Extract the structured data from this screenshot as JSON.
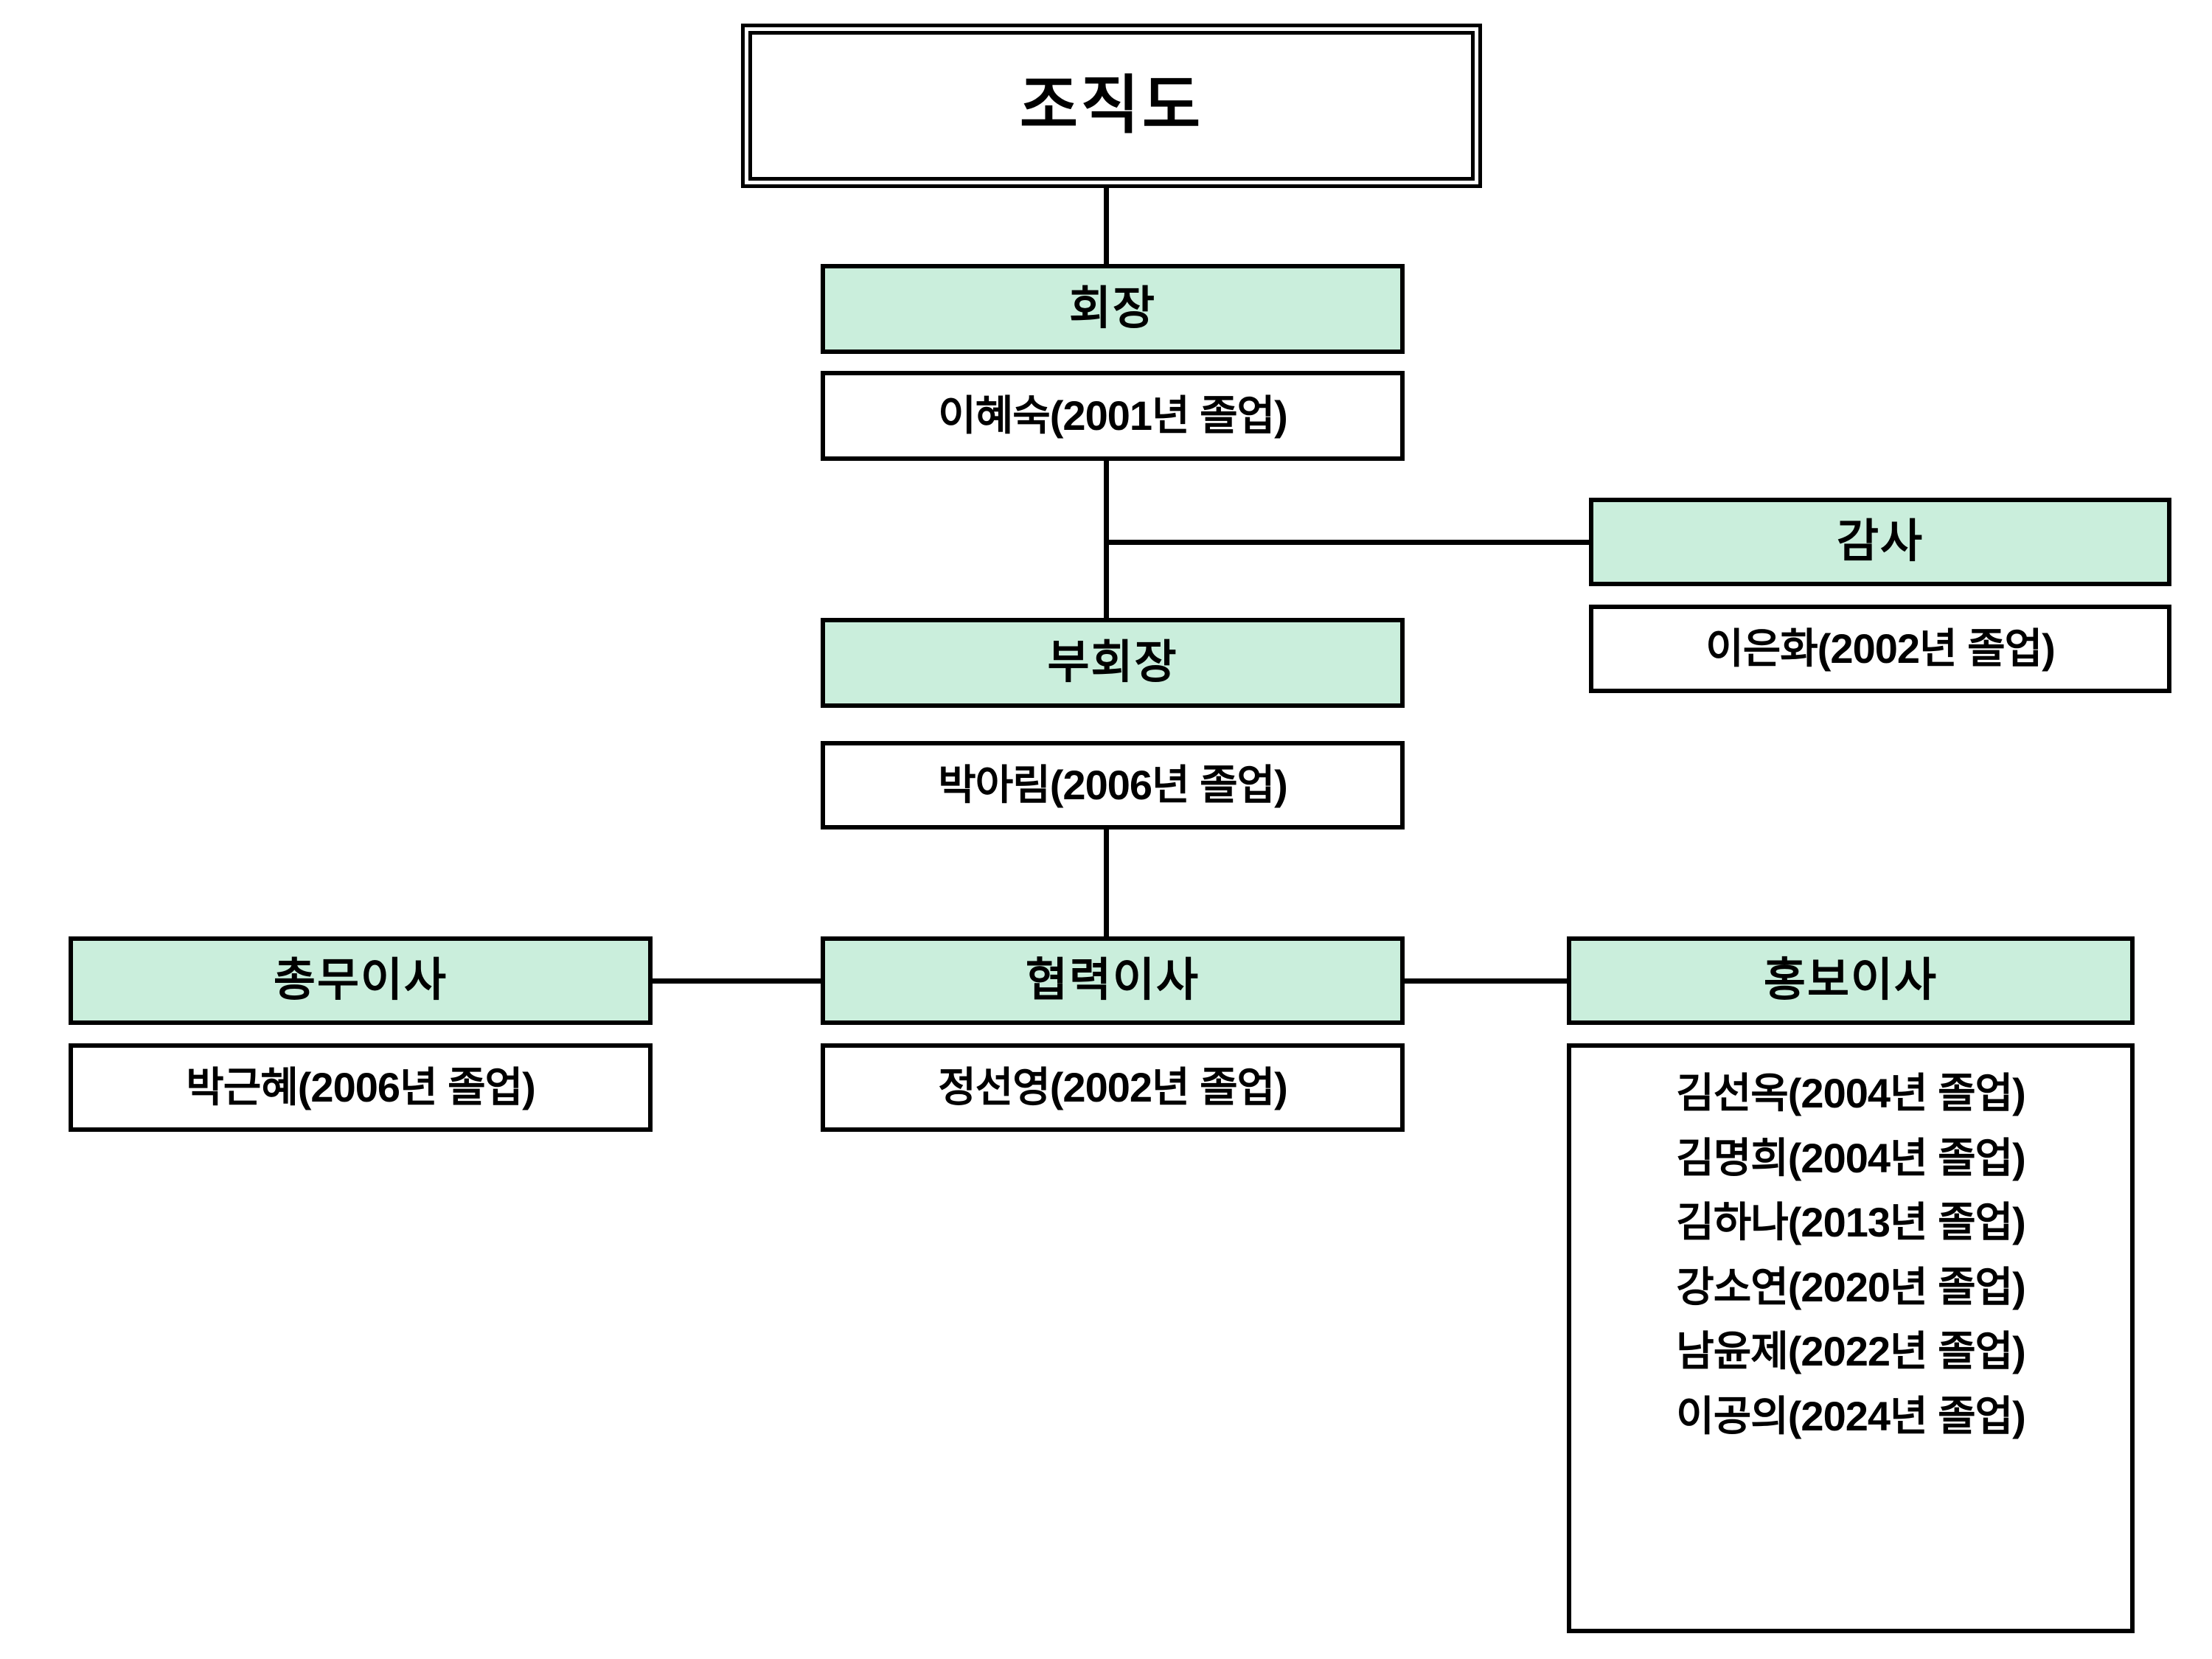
{
  "title": {
    "text": "조직도"
  },
  "colors": {
    "accent": "#caeedc",
    "line": "#000000",
    "text": "#000000",
    "background": "#ffffff"
  },
  "nodes": {
    "president": {
      "role": "회장",
      "members": [
        "이혜숙(2001년 졸업)"
      ]
    },
    "auditor": {
      "role": "감사",
      "members": [
        "이은화(2002년 졸업)"
      ]
    },
    "vice_president": {
      "role": "부회장",
      "members": [
        "박아림(2006년 졸업)"
      ]
    },
    "general_affairs": {
      "role": "총무이사",
      "members": [
        "박근혜(2006년 졸업)"
      ]
    },
    "cooperation": {
      "role": "협력이사",
      "members": [
        "정선영(2002년 졸업)"
      ]
    },
    "publicity": {
      "role": "홍보이사",
      "members": [
        "김선옥(2004년 졸업)",
        "김명희(2004년 졸업)",
        "김하나(2013년 졸업)",
        "강소연(2020년 졸업)",
        "남윤제(2022년 졸업)",
        "이공의(2024년 졸업)"
      ]
    }
  }
}
